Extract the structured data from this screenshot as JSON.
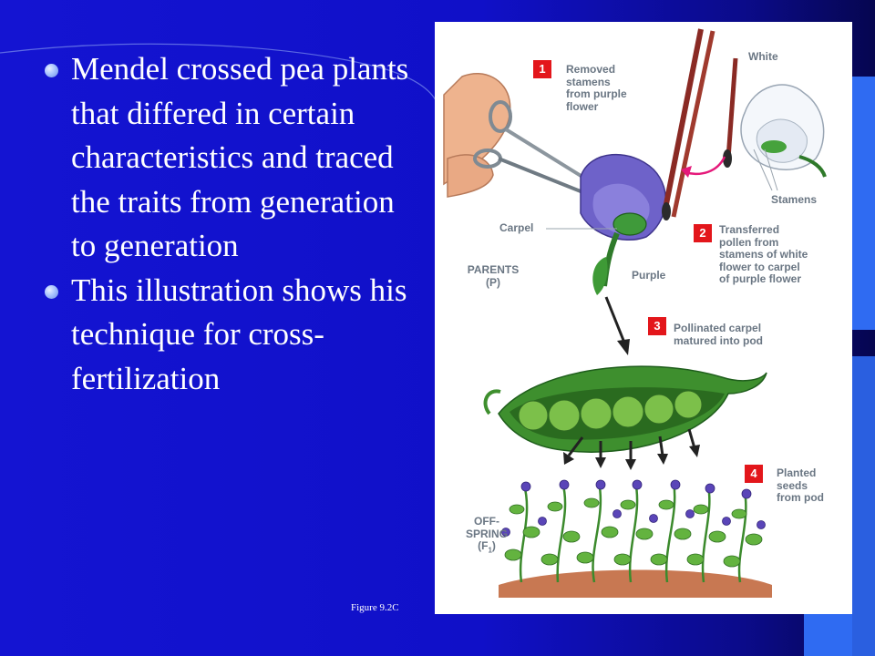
{
  "slide": {
    "bullets": [
      "Mendel crossed pea plants that differed in certain characteristics and traced the traits from generation to generation",
      "This illustration shows his technique for cross-fertilization"
    ],
    "figure_caption": "Figure 9.2C"
  },
  "figure": {
    "labels": {
      "white": "White",
      "stamens": "Stamens",
      "carpel": "Carpel",
      "parents_line1": "PARENTS",
      "parents_line2": "(P)",
      "purple": "Purple",
      "offspring_line1": "OFF-",
      "offspring_line2": "SPRING",
      "offspring_line3_base": "(F",
      "offspring_line3_sub": "1",
      "offspring_line3_end": ")"
    },
    "steps": [
      {
        "number": "1",
        "lines": [
          "Removed",
          "stamens",
          "from purple",
          "flower"
        ]
      },
      {
        "number": "2",
        "lines": [
          "Transferred",
          "pollen from",
          "stamens of white",
          "flower to carpel",
          "of purple flower"
        ]
      },
      {
        "number": "3",
        "lines": [
          "Pollinated carpel",
          "matured into pod"
        ]
      },
      {
        "number": "4",
        "lines": [
          "Planted",
          "seeds",
          "from pod"
        ]
      }
    ]
  },
  "colors": {
    "step_badge": "#e3161b",
    "label_text": "#6a7683",
    "accent_square": "#2f6bf2"
  }
}
